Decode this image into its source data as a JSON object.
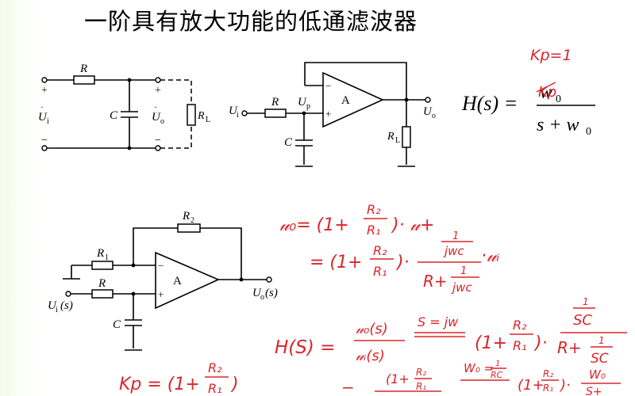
{
  "slide": {
    "title": "一阶具有放大功能的低通滤波器"
  },
  "circuit_passive": {
    "r": "R",
    "c": "C",
    "rl": "R",
    "rl_sub": "L",
    "ui": "U",
    "ui_sub": "i",
    "uo": "U",
    "uo_sub": "o",
    "plus": "+",
    "minus": "−"
  },
  "circuit_follower": {
    "r": "R",
    "c": "C",
    "rl": "R",
    "rl_sub": "L",
    "ui": "U",
    "ui_sub": "i",
    "up": "U",
    "up_sub": "p",
    "uo": "U",
    "uo_sub": "o",
    "amp": "A",
    "minus": "−",
    "plus": "+"
  },
  "formula_transfer": {
    "lhs": "H(s) =",
    "num_k": "K",
    "num_w": "w",
    "num_sub": "0",
    "den": "s + w",
    "den_sub": "0"
  },
  "circuit_noninverting": {
    "r1": "R",
    "r1_sub": "1",
    "r2": "R",
    "r2_sub": "2",
    "r": "R",
    "c": "C",
    "amp": "A",
    "minus": "−",
    "plus": "+",
    "ui": "U",
    "ui_sub": "i",
    "ui_arg": "(s)",
    "uo": "U",
    "uo_sub": "o",
    "uo_arg": "(s)"
  },
  "handwriting": {
    "kp_note": "Kp=1",
    "kp_struck": "Kp",
    "eq_uo_left": "𝓊₀= (1+",
    "eq_uo_right": ")· 𝓊+",
    "frac_r2": "R₂",
    "frac_r1": "R₁",
    "eq_line2_prefix": "= (1+",
    "eq_line2_mid": ")·",
    "one": "1",
    "jwc": "jwc",
    "dot_ui": "·𝓊ᵢ",
    "r_plus": "R+",
    "hs_lhs": "H(S) =",
    "uo_s": "𝓊₀(s)",
    "ui_s": "𝓊ᵢ(s)",
    "s_eq_jw": "S = jw",
    "one_plus": "(1+",
    "close_dot": ")·",
    "sc": "SC",
    "kp_eq": "Kp = (1+",
    "close": ")",
    "bottom_minus": "−",
    "w0_eq": "W₀ =",
    "rc": "RC",
    "w0": "W₀",
    "s_plus": "S+"
  },
  "colors": {
    "ink": "#000000",
    "pen": "#d8262c"
  }
}
